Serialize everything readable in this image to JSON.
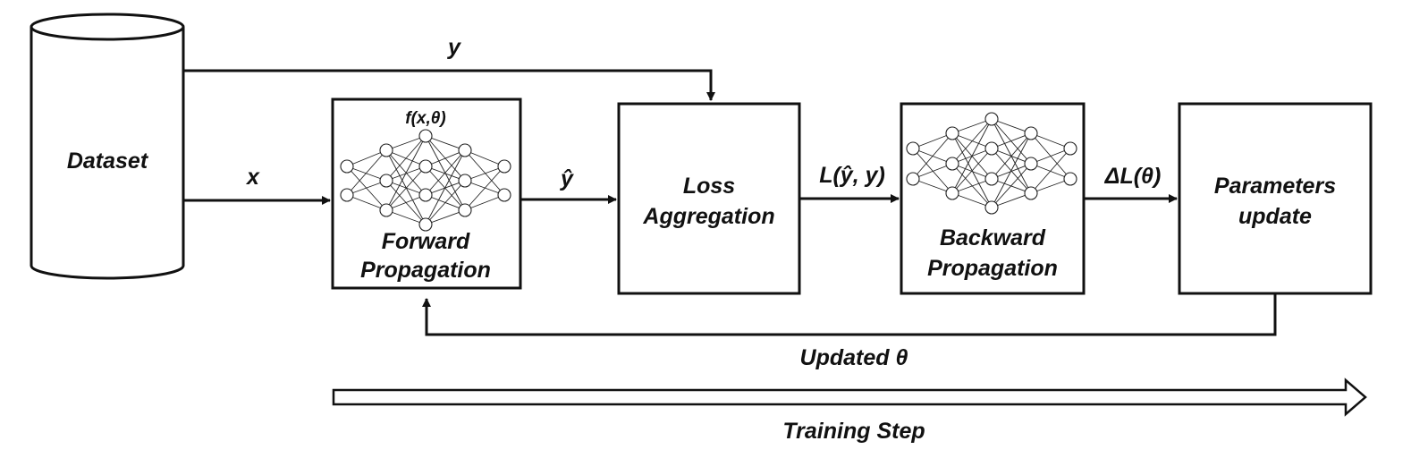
{
  "dataset": {
    "label": "Dataset"
  },
  "forward": {
    "line1": "Forward",
    "line2": "Propagation",
    "function": "f(x,θ)"
  },
  "loss": {
    "line1": "Loss",
    "line2": "Aggregation"
  },
  "backward": {
    "line1": "Backward",
    "line2": "Propagation"
  },
  "params": {
    "line1": "Parameters",
    "line2": "update"
  },
  "edges": {
    "y": "y",
    "x": "x",
    "y_hat": "ŷ",
    "loss_value": "L(ŷ, y)",
    "gradient": "ΔL(θ)",
    "updated": "Updated θ"
  },
  "timeline": {
    "label": "Training Step"
  }
}
